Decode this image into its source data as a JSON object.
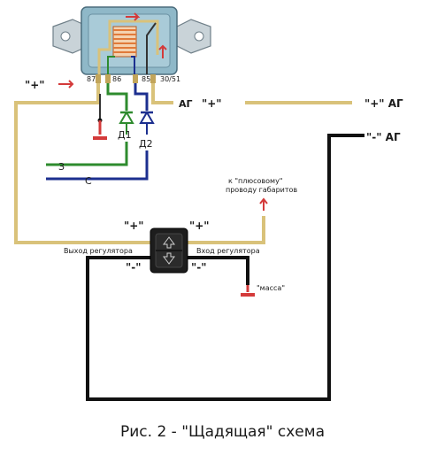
{
  "relay": {
    "pins": [
      "87",
      "86",
      "85",
      "30/51"
    ]
  },
  "labels": {
    "plus_left": "\"+\"",
    "ag_plus_prefix": "АГ",
    "ag_plus_sign": "\"+\"",
    "ag_plus_right": "\"+\" АГ",
    "ag_minus_right": "\"-\" АГ",
    "d1": "Д1",
    "d2": "Д2",
    "wire_z": "З",
    "wire_c": "С",
    "to_plus_line1": "к \"плюсовому\"",
    "to_plus_line2": "проводу габаритов",
    "switch_plus_left": "\"+\"",
    "switch_plus_right": "\"+\"",
    "switch_minus_left": "\"-\"",
    "switch_minus_right": "\"-\"",
    "regulator_out": "Выход регулятора",
    "regulator_in": "Вход регулятора",
    "ground": "\"масса\""
  },
  "caption": "Рис. 2 - \"Щадящая\" схема",
  "colors": {
    "yellow_wire": "#d9c27a",
    "black_wire": "#111111",
    "green_wire": "#2e8b2e",
    "blue_wire": "#1c2f8f",
    "arrow_red": "#d43a3a",
    "relay_body": "#8fb8c8",
    "coil": "#e07a3a"
  }
}
